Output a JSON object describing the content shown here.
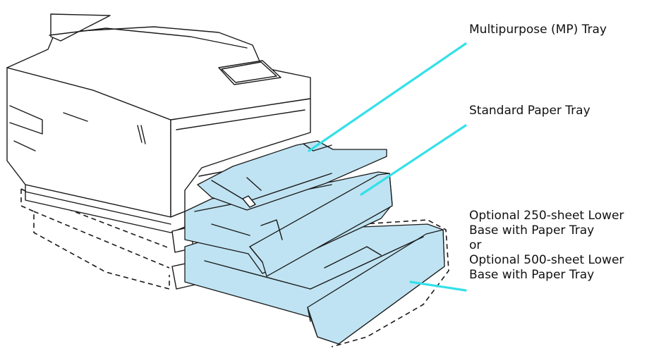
{
  "labels": {
    "mp_tray": "Multipurpose (MP) Tray",
    "standard_tray": "Standard Paper Tray",
    "optional_lines": [
      "Optional 250-sheet Lower",
      "Base with Paper Tray",
      "or",
      "Optional 500-sheet Lower",
      "Base with Paper Tray"
    ]
  },
  "colors": {
    "tray_highlight": "#bfe3f2",
    "leader_line": "#33e0e8",
    "outline": "#1a1a1a"
  }
}
